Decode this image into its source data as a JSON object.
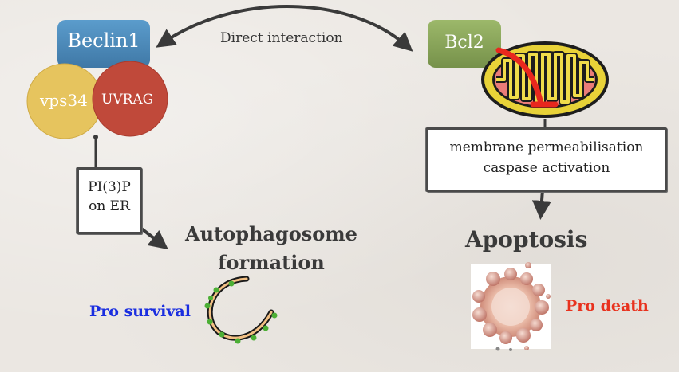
{
  "nodes": {
    "beclin1": "Beclin1",
    "vps34": "vps34",
    "uvrag": "UVRAG",
    "bcl2": "Bcl2",
    "direct_interaction": "Direct interaction",
    "pi3p_line1": "PI(3)P",
    "pi3p_line2": "on ER",
    "membrane_line1": "membrane permeabilisation",
    "membrane_line2": "caspase activation",
    "autophagosome_line1": "Autophagosome",
    "autophagosome_line2": "formation",
    "apoptosis": "Apoptosis",
    "pro_survival": "Pro survival",
    "pro_death": "Pro death"
  },
  "colors": {
    "beclin1": "#4a88b8",
    "vps34": "#e6c45e",
    "uvrag": "#c0493a",
    "bcl2": "#8aa65c",
    "mitochondria_outer": "#e8d238",
    "mitochondria_inner": "#ea7c78",
    "mitochondria_cristae": "#f0dc4a",
    "bcl2_insert": "#e8281e",
    "pro_survival": "#1a2ee0",
    "pro_death": "#e8321e",
    "arrow": "#3a3a3a"
  },
  "icons": [
    "mitochondria-icon",
    "autophagosome-icon",
    "apoptotic-cell-icon"
  ]
}
